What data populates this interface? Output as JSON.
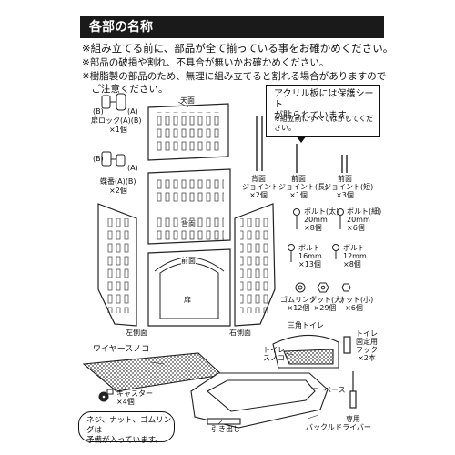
{
  "header": {
    "title": "各部の名称"
  },
  "notices": [
    "※組み立てる前に、部品が全て揃っている事をお確かめください。",
    "※部品の破損や割れ、不具合が無いかお確かめください。",
    "※樹脂製の部品のため、無理に組み立てると割れる場合がありますので",
    "　ご注意ください。"
  ],
  "callout": {
    "line1": "アクリル板には保護シート",
    "line2": "が貼られています。",
    "line3": "※組立前にすべてはがしてください。"
  },
  "parts": {
    "door_lock": {
      "name": "扉ロック(A)(B)",
      "qty": "×1個"
    },
    "hinge": {
      "name": "蝶番(A)(B)",
      "qty": "×2個"
    },
    "mark_a": "(A)",
    "mark_b": "(B)",
    "top_panel": "天面",
    "back_panel": "背面",
    "front_panel": "前面",
    "door": "扉",
    "left_panel": "左側面",
    "right_panel": "右側面",
    "back_joint": {
      "name1": "背面",
      "name2": "ジョイント",
      "qty": "×2個"
    },
    "front_joint_long": {
      "name1": "前面",
      "name2": "ジョイント(長)",
      "qty": "×1個"
    },
    "front_joint_short": {
      "name1": "前面",
      "name2": "ジョイント(短)",
      "qty": "×3個"
    },
    "bolt_thick_20": {
      "name": "ボルト(太)",
      "size": "20mm",
      "qty": "×8個"
    },
    "bolt_thin_20": {
      "name": "ボルト(細)",
      "size": "20mm",
      "qty": "×6個"
    },
    "bolt_16": {
      "name": "ボルト",
      "size": "16mm",
      "qty": "×13個"
    },
    "bolt_12": {
      "name": "ボルト",
      "size": "12mm",
      "qty": "×8個"
    },
    "rubber_ring": {
      "name": "ゴムリング",
      "qty": "×12個"
    },
    "nut_large": {
      "name": "ナット(大)",
      "qty": "×29個"
    },
    "nut_small": {
      "name": "ナット(小)",
      "qty": "×6個"
    },
    "wire_floor": "ワイヤースノコ",
    "caster": {
      "name": "キャスター",
      "qty": "×4個"
    },
    "triangle_toilet": "三角トイレ",
    "toilet_grate": {
      "name1": "トイレ",
      "name2": "スノコ"
    },
    "toilet_hook": {
      "name1": "トイレ",
      "name2": "固定用",
      "name3": "フック",
      "qty": "×2本"
    },
    "base": "ベース",
    "drawer": "引き出し",
    "buckle": "バックル",
    "driver": {
      "name1": "専用",
      "name2": "ドライバー"
    }
  },
  "note": {
    "line1": "ネジ、ナット、ゴムリングは",
    "line2": "予備が入っています。"
  }
}
